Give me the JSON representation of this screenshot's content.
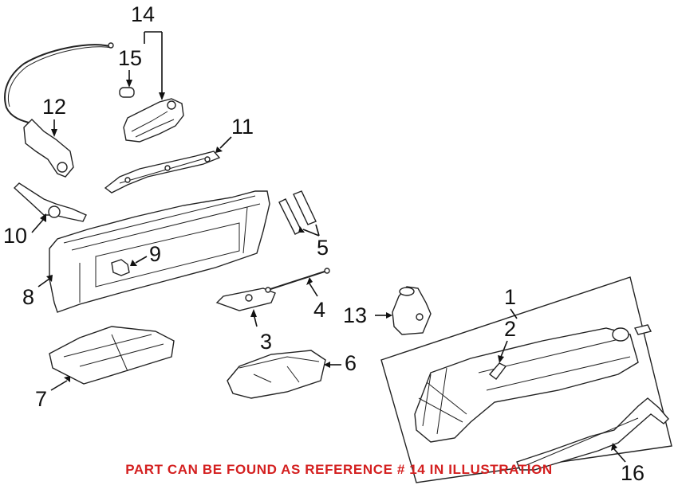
{
  "callouts": {
    "c1": "1",
    "c2": "2",
    "c3": "3",
    "c4": "4",
    "c5": "5",
    "c6": "6",
    "c7": "7",
    "c8": "8",
    "c9": "9",
    "c10": "10",
    "c11": "11",
    "c12": "12",
    "c13": "13",
    "c14": "14",
    "c15": "15",
    "c16": "16"
  },
  "notice": {
    "text": "PART CAN BE FOUND AS REFERENCE # 14 IN ILLUSTRATION",
    "color": "#d42020"
  },
  "colors": {
    "line": "#111111",
    "background": "#ffffff"
  }
}
